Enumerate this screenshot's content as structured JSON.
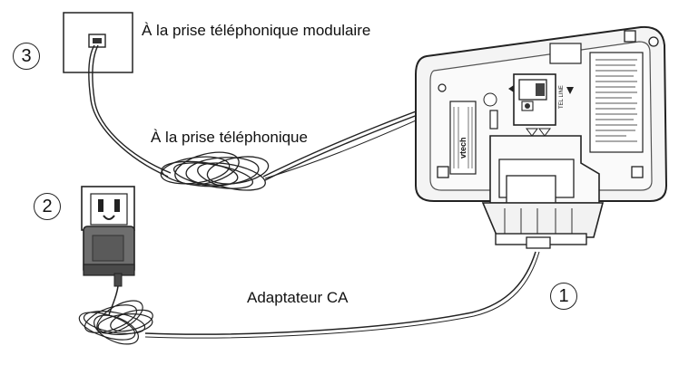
{
  "labels": {
    "modular_jack": "À la prise téléphonique modulaire",
    "phone_jack": "À la prise téléphonique",
    "adapter": "Adaptateur CA"
  },
  "steps": {
    "one": "1",
    "two": "2",
    "three": "3"
  },
  "base": {
    "brand": "vtech",
    "port_label": "TEL LINE"
  },
  "colors": {
    "line": "#222222",
    "base_fill": "#f4f4f4",
    "adapter_fill": "#6e6e6e",
    "adapter_dark": "#4a4a4a"
  }
}
